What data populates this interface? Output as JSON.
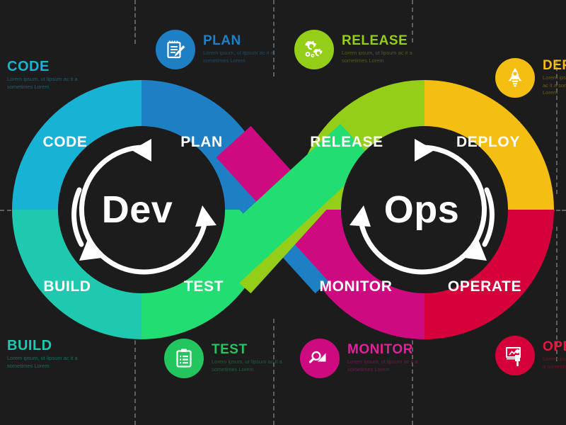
{
  "theme": {
    "background": "#1c1c1c",
    "label_text_color": "#ffffff",
    "center_text_color": "#ffffff",
    "guide_color": "#6d6d6d"
  },
  "loop": {
    "left_center_label": "Dev",
    "right_center_label": "Ops",
    "segments": [
      {
        "key": "code",
        "label": "CODE",
        "color": "#18B3D4",
        "side": "left",
        "position": "top-left"
      },
      {
        "key": "plan",
        "label": "PLAN",
        "color": "#1F7FC4",
        "side": "left",
        "position": "top-right"
      },
      {
        "key": "build",
        "label": "BUILD",
        "color": "#1FC9B0",
        "side": "left",
        "position": "bottom-left"
      },
      {
        "key": "test",
        "label": "TEST",
        "color": "#22DE72",
        "side": "left",
        "position": "bottom-right"
      },
      {
        "key": "release",
        "label": "RELEASE",
        "color": "#95CE18",
        "side": "right",
        "position": "top-left"
      },
      {
        "key": "deploy",
        "label": "DEPLOY",
        "color": "#F5BE12",
        "side": "right",
        "position": "top-right"
      },
      {
        "key": "monitor",
        "label": "MONITOR",
        "color": "#CE0A80",
        "side": "right",
        "position": "bottom-left"
      },
      {
        "key": "operate",
        "label": "OPERATE",
        "color": "#D6003A",
        "side": "right",
        "position": "bottom-right"
      }
    ]
  },
  "callouts": [
    {
      "key": "code",
      "title": "CODE",
      "color": "#18B3D4",
      "body": "Lorem ipsum, ut lipsum ac it a sometimes Lorem",
      "icon": "code-icon",
      "has_icon": false
    },
    {
      "key": "plan",
      "title": "PLAN",
      "color": "#1F7FC4",
      "body": "Lorem ipsum, ut lipsum ac it a sometimes Lorem",
      "icon": "notepad-pencil-icon",
      "has_icon": true
    },
    {
      "key": "release",
      "title": "RELEASE",
      "color": "#95CE18",
      "body": "Lorem ipsum, ut lipsum ac it a sometimes Lorem",
      "icon": "gears-icon",
      "has_icon": true
    },
    {
      "key": "deploy",
      "title": "DEPLOY",
      "color": "#F5BE12",
      "body": "Lorem ipsum, ut lipsum ac it a sometimes Lorem",
      "icon": "rocket-icon",
      "has_icon": true
    },
    {
      "key": "build",
      "title": "BUILD",
      "color": "#1FC9B0",
      "body": "Lorem ipsum, ut lipsum ac it a sometimes Lorem",
      "icon": "build-icon",
      "has_icon": false
    },
    {
      "key": "test",
      "title": "TEST",
      "color": "#22C55E",
      "body": "Lorem ipsum, ut lipsum ac it a sometimes Lorem",
      "icon": "clipboard-checklist-icon",
      "has_icon": true
    },
    {
      "key": "monitor",
      "title": "MONITOR",
      "color": "#CE0A80",
      "body": "Lorem ipsum, ut lipsum ac it a sometimes Lorem",
      "icon": "magnifier-chart-icon",
      "has_icon": true
    },
    {
      "key": "operate",
      "title": "OPERATE",
      "color": "#D6003A",
      "body": "Lorem ipsum, ut lipsum ac it a sometimes Lorem",
      "icon": "presenter-board-icon",
      "has_icon": true
    }
  ]
}
